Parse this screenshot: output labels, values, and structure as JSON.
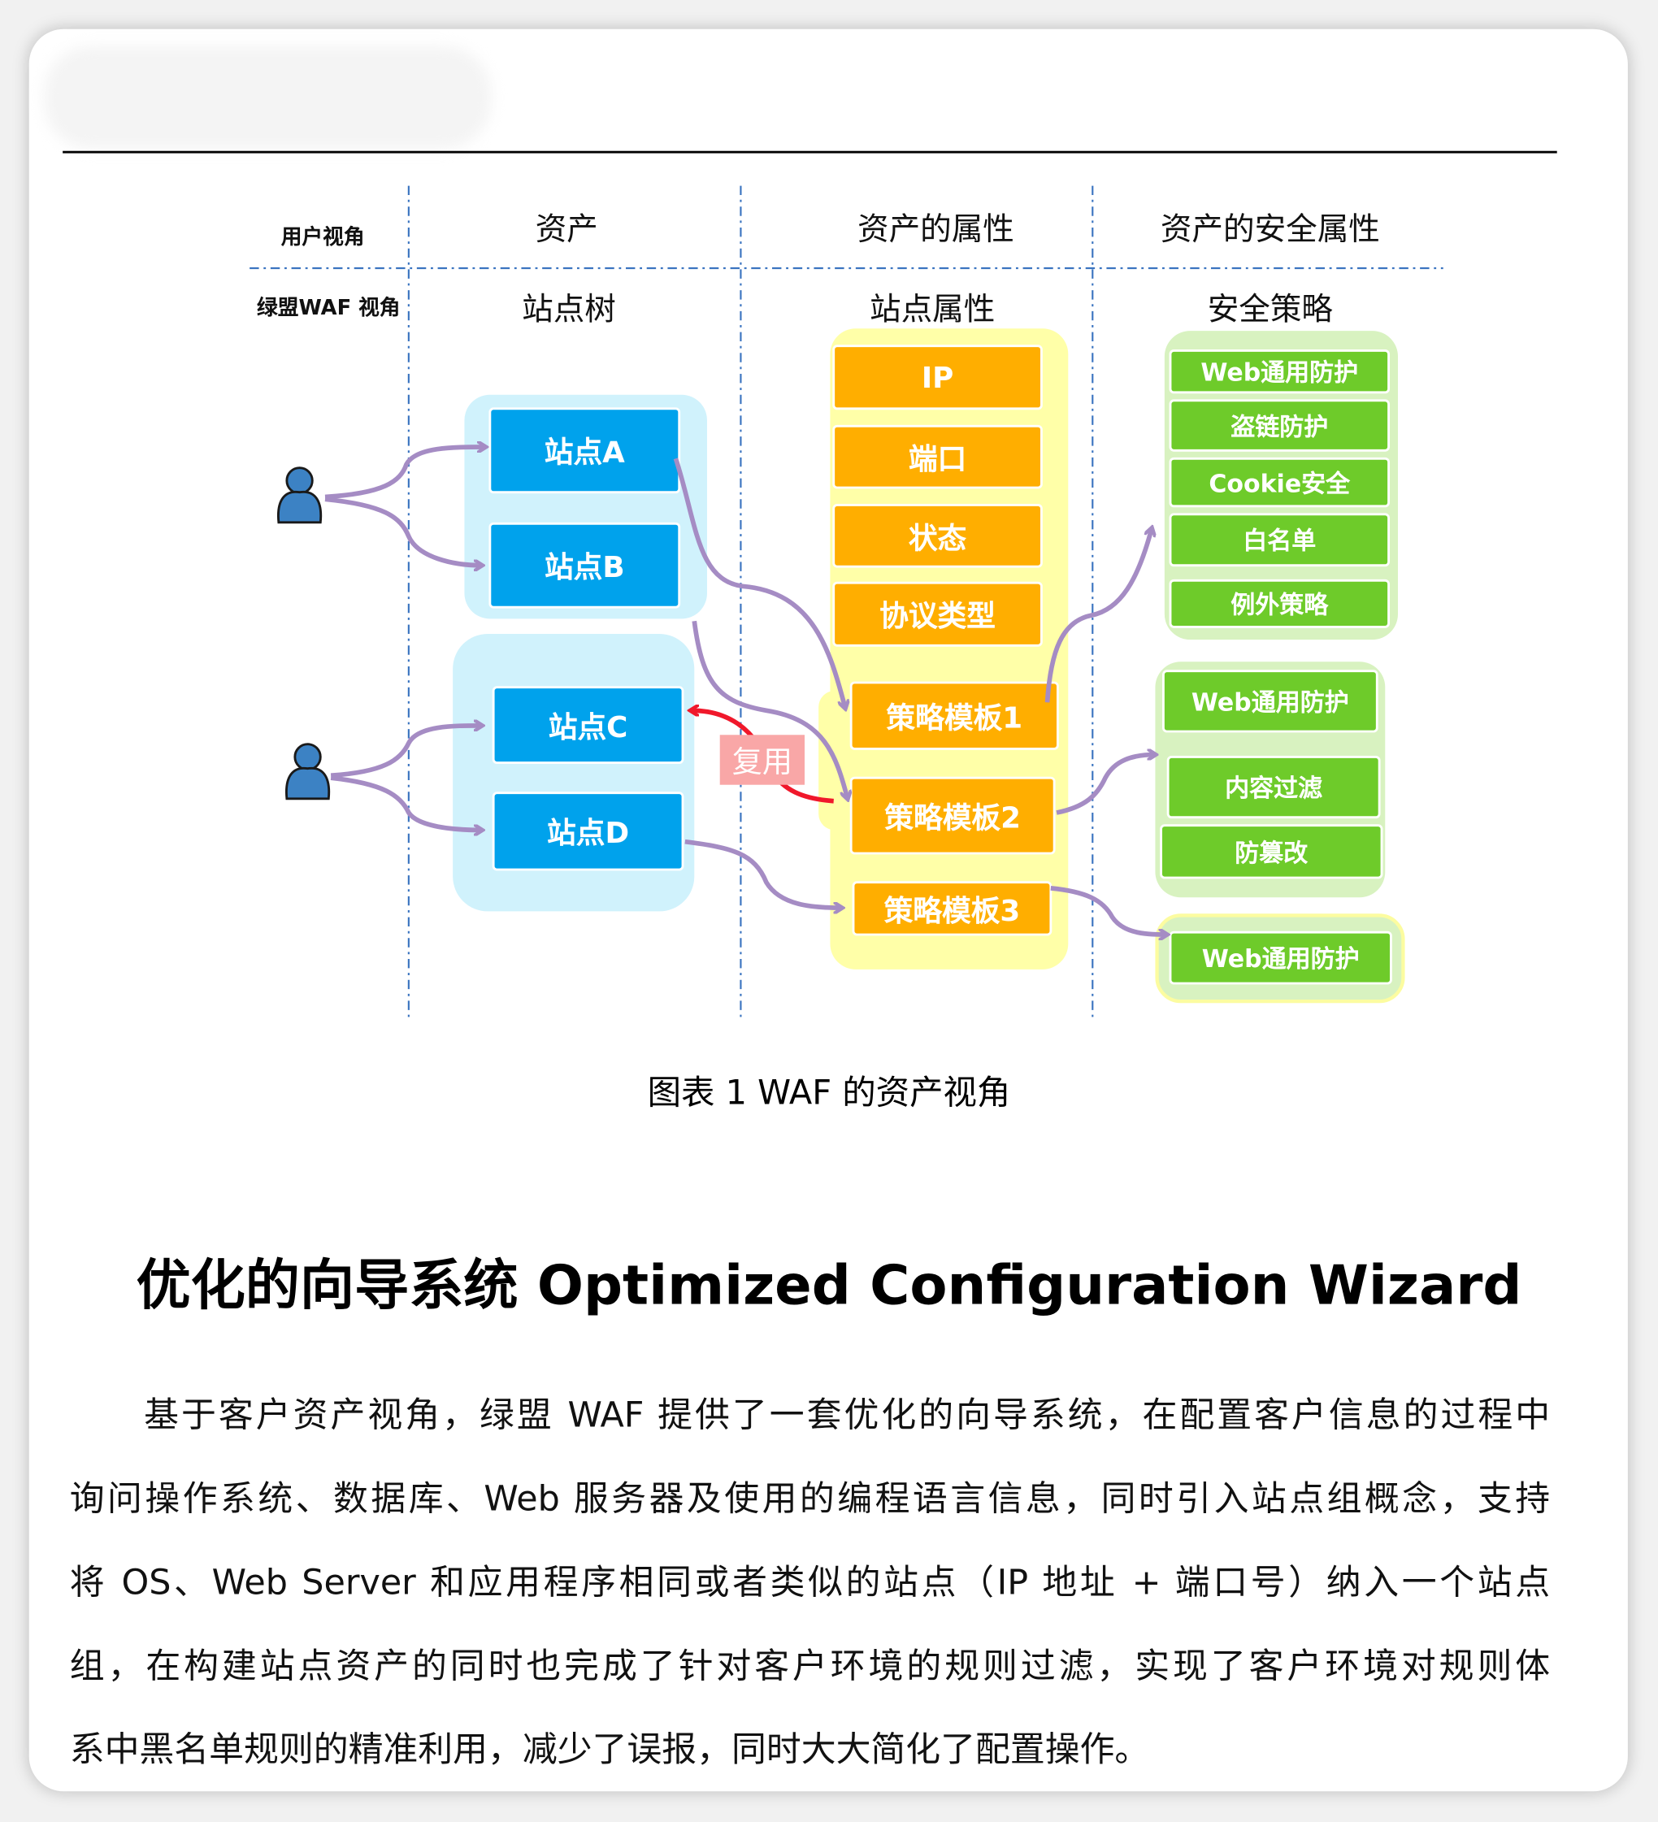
{
  "diagram": {
    "row_labels": {
      "user_view": "用户视角",
      "waf_view": "绿盟WAF 视角"
    },
    "columns_user": [
      "资产",
      "资产的属性",
      "资产的安全属性"
    ],
    "columns_waf": [
      "站点树",
      "站点属性",
      "安全策略"
    ],
    "sites": [
      "站点A",
      "站点B",
      "站点C",
      "站点D"
    ],
    "attributes": [
      "IP",
      "端口",
      "状态",
      "协议类型"
    ],
    "templates": [
      "策略模板1",
      "策略模板2",
      "策略模板3"
    ],
    "policy_group_1": [
      "Web通用防护",
      "盗链防护",
      "Cookie安全",
      "白名单",
      "例外策略"
    ],
    "policy_group_2": [
      "Web通用防护",
      "内容过滤",
      "防篡改"
    ],
    "policy_group_3": [
      "Web通用防护"
    ],
    "reuse_label": "复用",
    "colors": {
      "site": "#00A2EC",
      "attribute": "#FFAE00",
      "policy": "#6ECB2A",
      "arrow": "#A58CC4",
      "reuse_arrow": "#F0182B"
    }
  },
  "caption": "图表  1 WAF 的资产视角",
  "heading": "优化的向导系统  Optimized Configuration Wizard",
  "paragraph_lines": [
    "基于客户资产视角，绿盟 WAF 提供了一套优化的向导系统，在配置客户信息的过程中",
    "询问操作系统、数据库、Web 服务器及使用的编程语言信息，同时引入站点组概念，支持",
    "将 OS、Web Server 和应用程序相同或者类似的站点（IP 地址 + 端口号）纳入一个站点",
    "组，在构建站点资产的同时也完成了针对客户环境的规则过滤，实现了客户环境对规则体",
    "系中黑名单规则的精准利用，减少了误报，同时大大简化了配置操作。"
  ]
}
